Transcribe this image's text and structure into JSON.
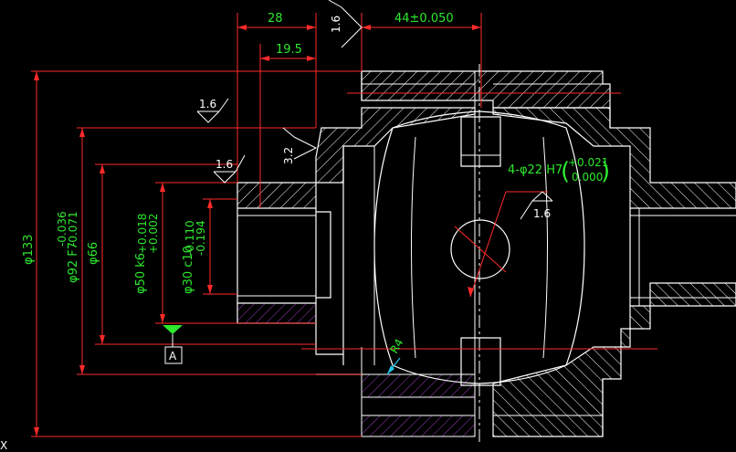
{
  "drawing": {
    "top_dims": {
      "d28": "28",
      "d19_5": "19.5",
      "d44": "44±0.050",
      "rough_top": "1.6"
    },
    "left_dims": {
      "phi133": "φ133",
      "phi92": "φ92 F7",
      "phi92_tol_upper": "-0.036",
      "phi92_tol_lower": "-0.071",
      "phi66": "φ66",
      "phi50": "φ50 k6",
      "phi50_tol_upper": "+0.018",
      "phi50_tol_lower": "+0.002",
      "phi30": "φ30 c10",
      "phi30_tol_upper": "-0.110",
      "phi30_tol_lower": "-0.194"
    },
    "roughness": {
      "r1": "1.6",
      "r2": "1.6",
      "r3": "3.2",
      "r4": "1.6"
    },
    "hole_callout": {
      "label": "4-φ22 H7",
      "tol_upper": "+0.021",
      "tol_lower": "0.000"
    },
    "datum": "A",
    "radius_label": "R4",
    "cursor_glyph": "X",
    "colors": {
      "background": "#000000",
      "geometry": "#ffffff",
      "dimension_lines": "#ff2a2a",
      "dimension_text": "#2ee82e",
      "hatch_steel": "#ffffff",
      "hatch_bronze": "#9b3fbf",
      "leader_cyan": "#27c4e8"
    }
  }
}
